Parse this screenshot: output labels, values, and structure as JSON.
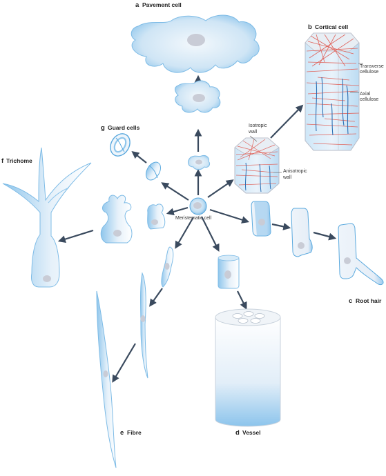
{
  "colors": {
    "cell_fill_light": "#eef5fb",
    "cell_fill_blue": "#a9d2ef",
    "cell_edge": "#5aa9de",
    "nucleus": "#c9ccd6",
    "arrow": "#3a4a5e",
    "transverse_cellulose": "#e0645c",
    "axial_cellulose": "#2a6fb4"
  },
  "panels": {
    "a": {
      "letter": "a",
      "title": "Pavement cell"
    },
    "b": {
      "letter": "b",
      "title": "Cortical cell"
    },
    "c": {
      "letter": "c",
      "title": "Root hair"
    },
    "d": {
      "letter": "d",
      "title": "Vessel"
    },
    "e": {
      "letter": "e",
      "title": "Fibre"
    },
    "f": {
      "letter": "f",
      "title": "Trichome"
    },
    "g": {
      "letter": "g",
      "title": "Guard cells"
    }
  },
  "labels": {
    "meristematic": "Meristematic cell",
    "isotropic_line1": "Isotropic",
    "isotropic_line2": "wall",
    "anisotropic_line1": "Anisotropic",
    "anisotropic_line2": "wall",
    "transverse_line1": "Transverse",
    "transverse_line2": "cellulose",
    "axial_line1": "Axial",
    "axial_line2": "cellulose"
  }
}
